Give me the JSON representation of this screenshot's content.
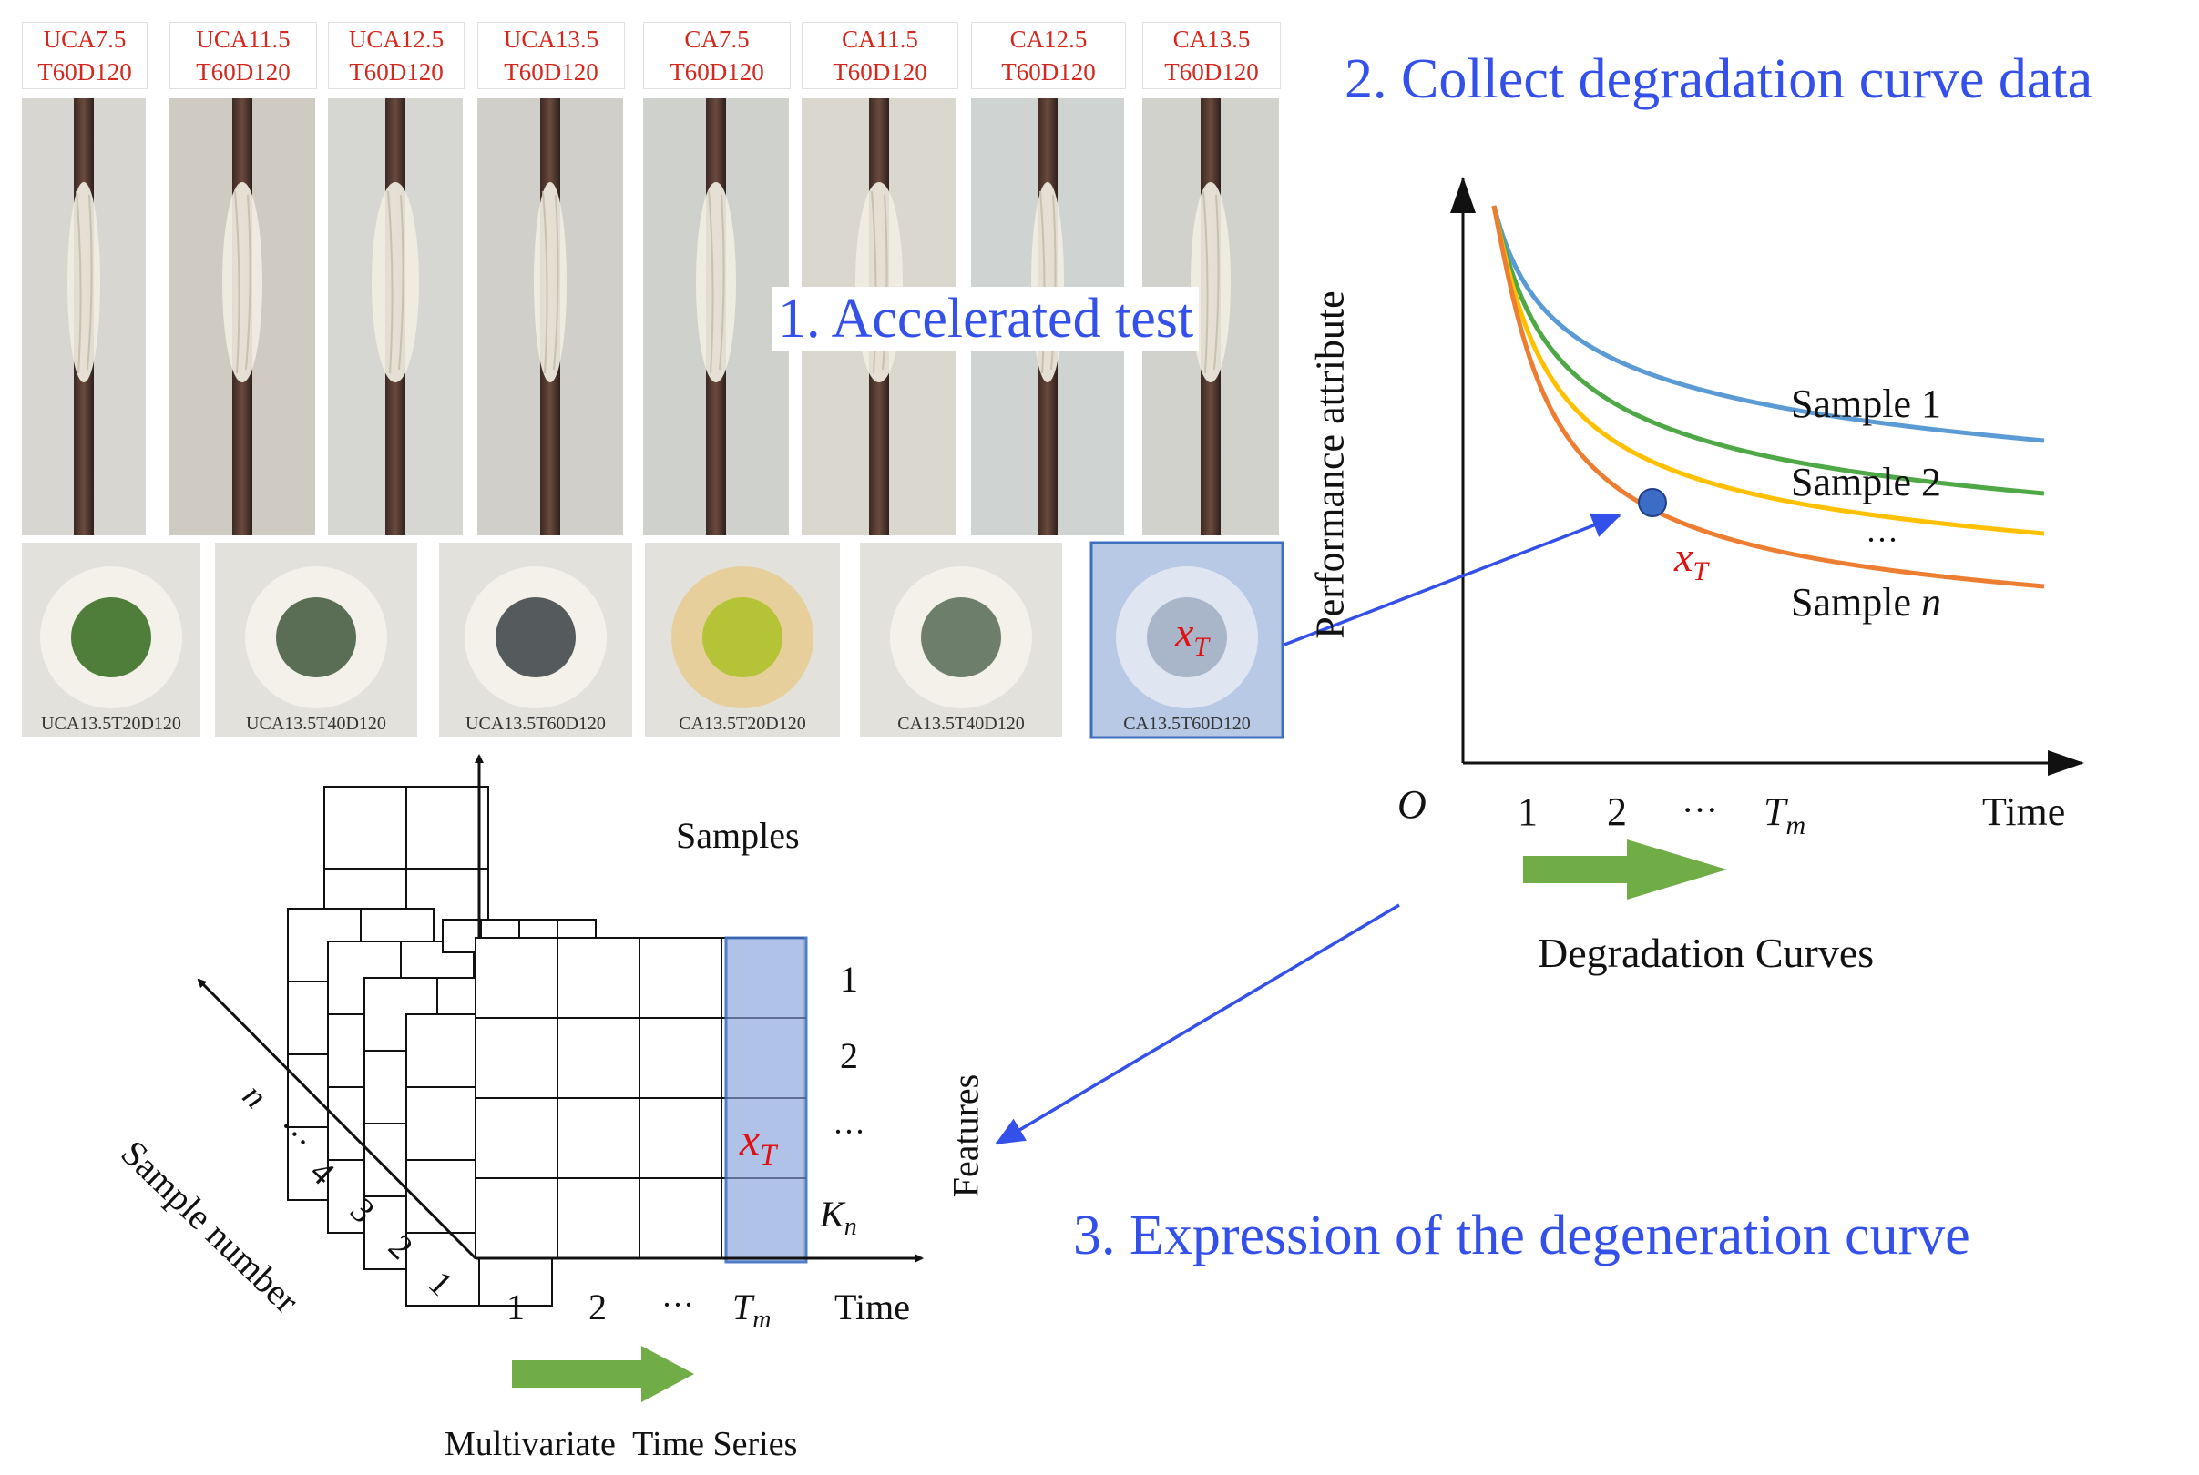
{
  "photos": [
    {
      "line1": "UCA7.5",
      "line2": "T60D120"
    },
    {
      "line1": "UCA11.5",
      "line2": "T60D120"
    },
    {
      "line1": "UCA12.5",
      "line2": "T60D120"
    },
    {
      "line1": "UCA13.5",
      "line2": "T60D120"
    },
    {
      "line1": "CA7.5",
      "line2": "T60D120"
    },
    {
      "line1": "CA11.5",
      "line2": "T60D120"
    },
    {
      "line1": "CA12.5",
      "line2": "T60D120"
    },
    {
      "line1": "CA13.5",
      "line2": "T60D120"
    }
  ],
  "cross_sections": [
    {
      "label": "UCA13.5T20D120",
      "color": "#4f7d3a"
    },
    {
      "label": "UCA13.5T40D120",
      "color": "#5a6e56"
    },
    {
      "label": "UCA13.5T60D120",
      "color": "#555b5c"
    },
    {
      "label": "CA13.5T20D120",
      "color": "#b5c436"
    },
    {
      "label": "CA13.5T40D120",
      "color": "#6d7f6a"
    },
    {
      "label": "CA13.5T60D120",
      "color": "#a9b5c8"
    }
  ],
  "titles": {
    "accelerated": "1. Accelerated test",
    "collect": "2. Collect degradation curve data",
    "expression": "3. Expression of the degeneration curve"
  },
  "x_T": {
    "base": "x",
    "sub": "T"
  },
  "degradation": {
    "ylabel": "Performance attribute",
    "xlabel": "Time",
    "origin": "O",
    "ticks": [
      "1",
      "2",
      "···"
    ],
    "tick_last": {
      "base": "T",
      "sub": "m"
    },
    "caption": "Degradation Curves",
    "series_labels": [
      "Sample 1",
      "Sample 2",
      "···"
    ],
    "series_last": {
      "base": "Sample ",
      "var": "n"
    },
    "colors": [
      "#5b9bd5",
      "#4ea846",
      "#ffc000",
      "#ed7d31"
    ],
    "point_color": "#3b6cc6"
  },
  "mts": {
    "samples_label": "Samples",
    "features_label": "Features",
    "sample_number_label": "Sample number",
    "sample_ticks": [
      "1",
      "2",
      "3",
      "4",
      "···",
      "n"
    ],
    "feature_ticks": [
      "1",
      "2",
      "···"
    ],
    "feature_last": {
      "base": "K",
      "sub": "n"
    },
    "time_ticks": [
      "1",
      "2",
      "···"
    ],
    "time_last": {
      "base": "T",
      "sub": "m"
    },
    "time_label": "Time",
    "caption": "Multivariate  Time Series",
    "highlight_color": "#a9bce6"
  },
  "colors": {
    "accent_blue": "#3450ea",
    "arrow_green": "#70ad47",
    "red": "#e01010"
  }
}
